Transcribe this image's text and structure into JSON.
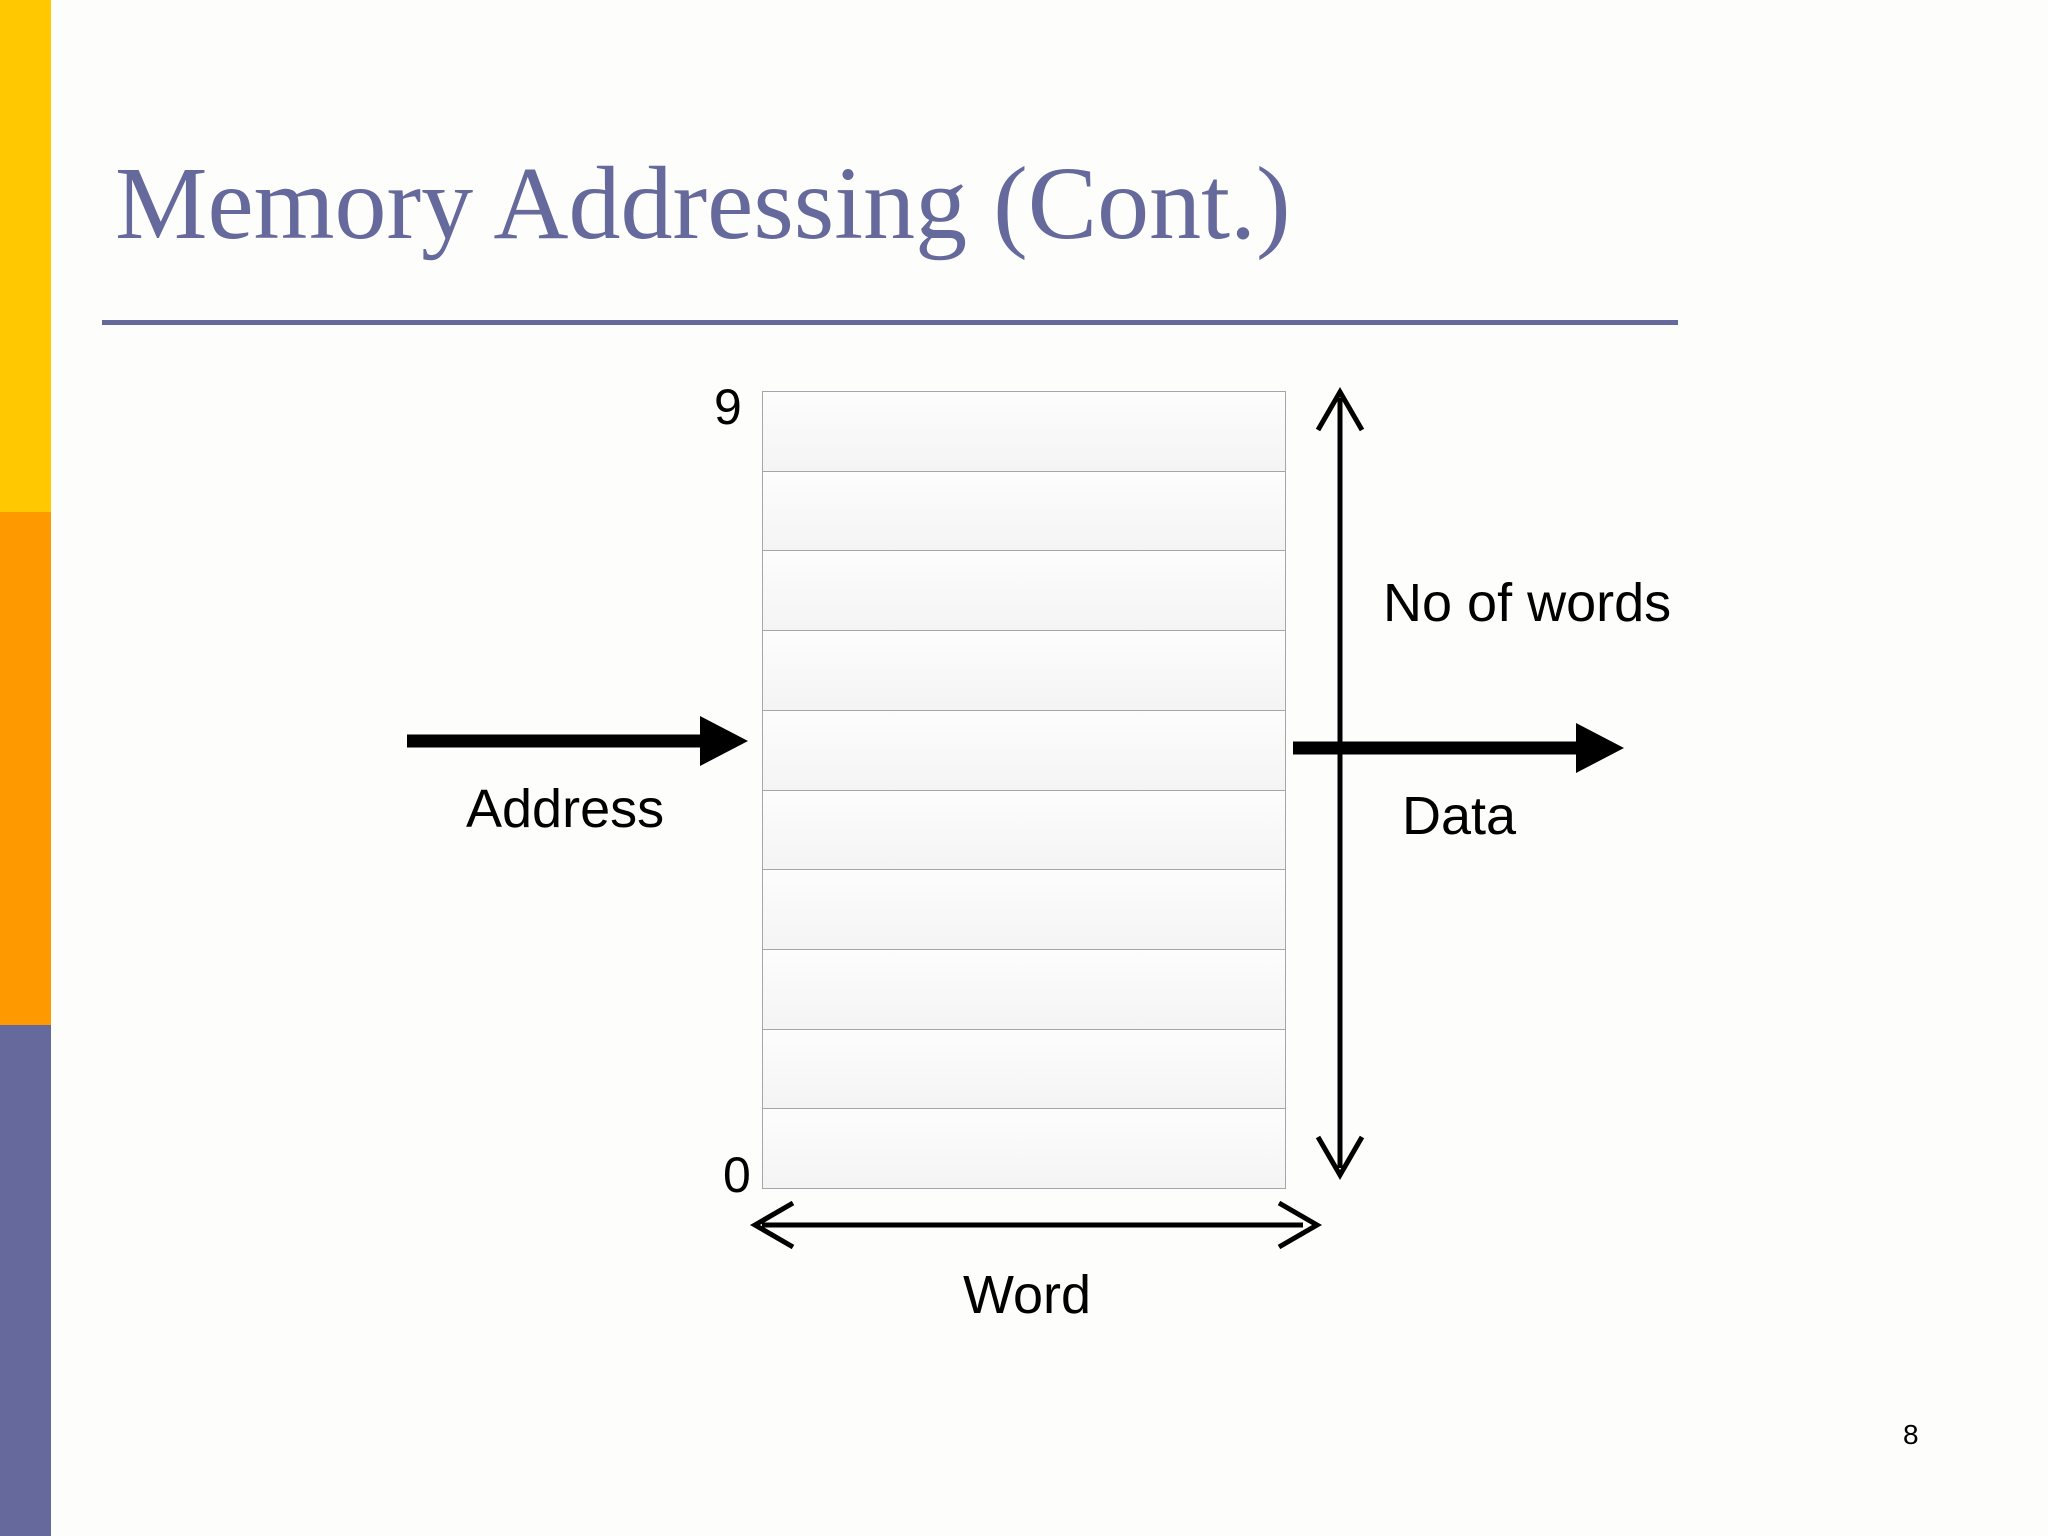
{
  "slide": {
    "title": "Memory Addressing (Cont.)",
    "page_number": "8",
    "accent_color": "#66699c",
    "background_color": "#fdfefb"
  },
  "sidebar": {
    "stripes": [
      {
        "name": "yellow-stripe",
        "color": "#ffc800"
      },
      {
        "name": "orange-stripe",
        "color": "#ff9900"
      },
      {
        "name": "purple-stripe",
        "color": "#66699c"
      }
    ]
  },
  "diagram": {
    "type": "memory-array",
    "cell_count": 10,
    "top_address_label": "9",
    "bottom_address_label": "0",
    "input_arrow_label": "Address",
    "output_arrow_label": "Data",
    "vertical_dimension_label": "No of words",
    "horizontal_dimension_label": "Word",
    "cell_border_color": "#a6a6a6",
    "arrow_color": "#000000"
  }
}
